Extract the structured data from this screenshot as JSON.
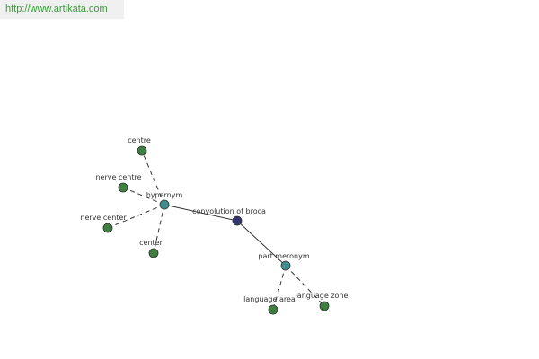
{
  "watermark": "http://www.artikata.com",
  "colors": {
    "leaf": "#3f7f3f",
    "relation": "#3f8f8f",
    "center": "#33336f",
    "watermark_text": "#3a9a3a",
    "watermark_bg": "#f0f0f0"
  },
  "nodes": {
    "center_node": "convolution of broca",
    "hypernym": "hypernym",
    "part_meronym": "part meronym",
    "centre": "centre",
    "nerve_centre": "nerve centre",
    "nerve_center": "nerve center",
    "center": "center",
    "language_area": "language area",
    "language_zone": "language zone"
  }
}
